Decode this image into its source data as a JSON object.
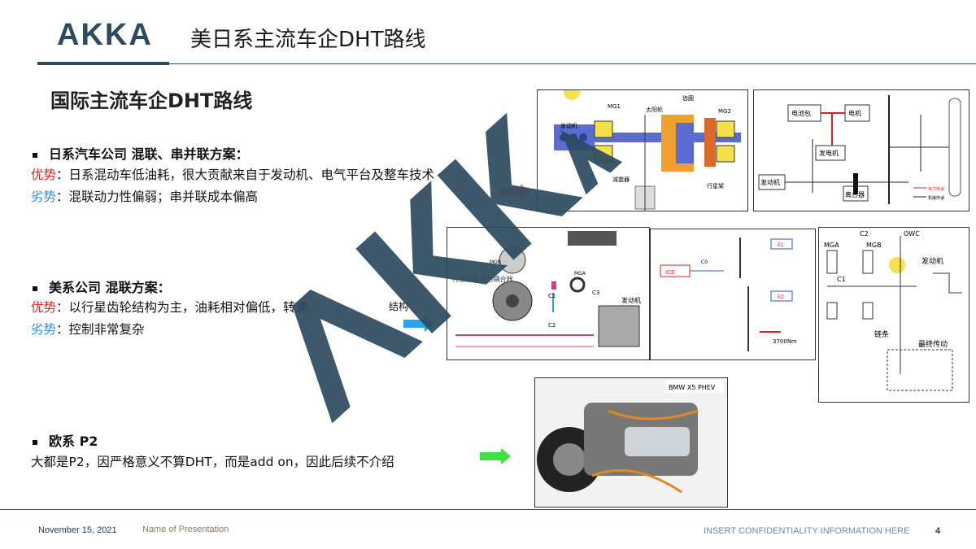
{
  "header": {
    "logo_text": "AKKA",
    "title": "美日系主流车企DHT路线"
  },
  "section_title": "国际主流车企DHT路线",
  "japan": {
    "heading": "日系汽车公司 混联、串并联方案：",
    "adv_label": "优势",
    "adv_text": "：日系混动车低油耗，很大贡献来自于发动机、电气平台及整车技术",
    "dis_label": "劣势",
    "dis_text": "：混联动力性偏弱；串并联成本偏高"
  },
  "us": {
    "heading": "美系公司 混联方案：",
    "adv_label": "优势",
    "adv_text": "：以行星齿轮结构为主，油耗相对偏低，转速",
    "adv_tail": "结构",
    "dis_label": "劣势",
    "dis_text": "：控制非常复杂"
  },
  "europe": {
    "heading": "欧系  P2",
    "text": "大都是P2，因严格意义不算DHT，而是add on，因此后续不介绍"
  },
  "diagrams": {
    "jp_planetary": {
      "mg1": "MG1",
      "sun": "太阳轮",
      "ring": "齿圈",
      "mg2": "MG2",
      "engine": "发动机",
      "damper": "减震器",
      "carrier": "行星架"
    },
    "jp_series": {
      "battery": "电池包",
      "motor": "电机",
      "generator": "发电机",
      "engine": "发动机",
      "clutch": "离合器",
      "legend1": "电力传递",
      "legend2": "机械传递"
    },
    "us_gm": {
      "label": "行星齿轮 动力耦合器",
      "mgb": "MGB",
      "mga": "MGA",
      "c1": "C1",
      "c2": "C2",
      "c3": "C3",
      "engine": "发动机"
    },
    "us_ford": {
      "ice": "ICE",
      "c0": "C0",
      "e1": "E1",
      "e2": "E2",
      "torque": "3700Nm"
    },
    "us_chain": {
      "c2": "C2",
      "owc": "OWC",
      "mga": "MGA",
      "mgb": "MGB",
      "c1": "C1",
      "engine": "发动机",
      "chain": "链条",
      "final": "最终传动"
    },
    "bmw": {
      "label": "BMW X5 PHEV"
    }
  },
  "footer": {
    "date": "November 15, 2021",
    "name": "Name of Presentation",
    "confidentiality": "INSERT CONFIDENTIALITY INFORMATION HERE",
    "page": "4"
  },
  "colors": {
    "brand": "#2e4a5e",
    "advantage": "#e0201e",
    "disadvantage": "#2a8fe0",
    "arrow_jp": "#f08070",
    "arrow_us": "#2aa3e8",
    "arrow_eu": "#3fe03f"
  }
}
